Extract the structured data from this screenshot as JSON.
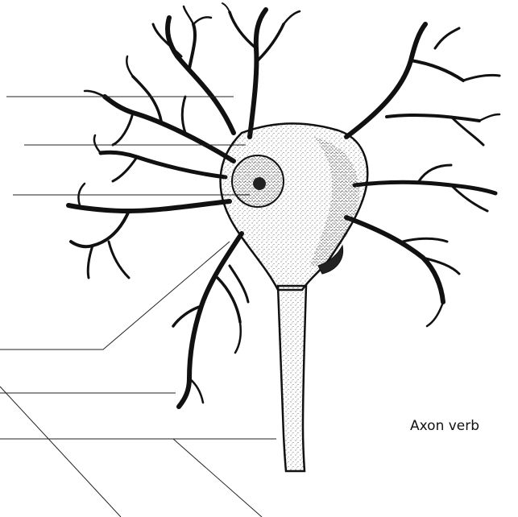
{
  "diagram": {
    "subject": "neuron-cell",
    "leader_line_count": 8,
    "caption": "Axon verb",
    "colors": {
      "ink": "#111111",
      "stipple": "#222222",
      "background": "#ffffff"
    }
  }
}
